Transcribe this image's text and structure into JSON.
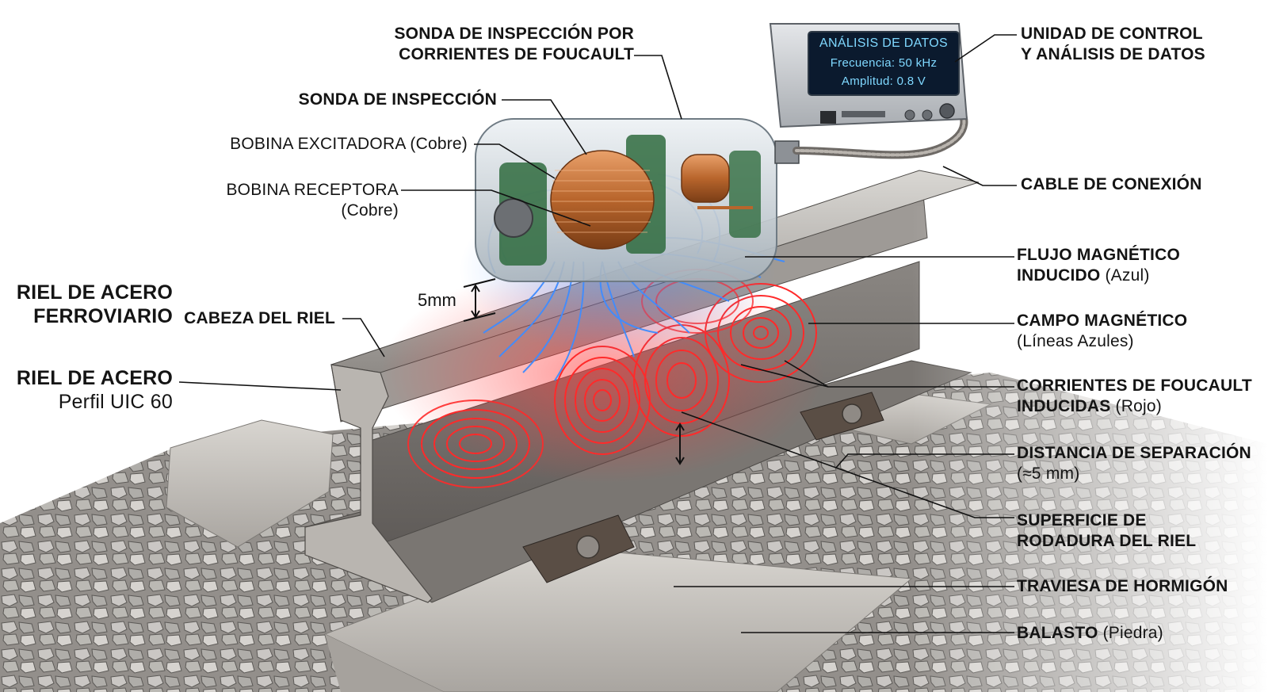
{
  "device": {
    "screen_title": "ANÁLISIS DE DATOS",
    "frequency": "Frecuencia: 50 kHz",
    "amplitude": "Amplitud: 0.8 V"
  },
  "gap_mark": "5mm",
  "labels": {
    "probe_eddy": [
      "SONDA DE INSPECCIÓN POR",
      "CORRIENTES DE FOUCAULT"
    ],
    "probe": "SONDA DE INSPECCIÓN",
    "exciter_coil": "BOBINA EXCITADORA (Cobre)",
    "receiver_coil": [
      "BOBINA RECEPTORA",
      "(Cobre)"
    ],
    "steel_rail_title": [
      "RIEL DE ACERO",
      "FERROVIARIO"
    ],
    "rail_head": "CABEZA DEL RIEL",
    "steel_rail": "RIEL DE ACERO",
    "rail_profile": "Perfil UIC 60",
    "control_unit": [
      "UNIDAD DE CONTROL",
      "Y ANÁLISIS DE DATOS"
    ],
    "cable": "CABLE DE CONEXIÓN",
    "flux_bold": [
      "FLUJO MAGNÉTICO",
      "INDUCIDO"
    ],
    "flux_note": "(Azul)",
    "field_bold": "CAMPO MAGNÉTICO",
    "field_note": "(Líneas Azules)",
    "eddy_bold": [
      "CORRIENTES DE FOUCAULT",
      "INDUCIDAS"
    ],
    "eddy_note": "(Rojo)",
    "distance_bold": "DISTANCIA DE SEPARACIÓN",
    "distance_note": "(≈5 mm)",
    "surface": [
      "SUPERFICIE DE",
      "RODADURA DEL RIEL"
    ],
    "sleeper": "TRAVIESA DE HORMIGÓN",
    "ballast_bold": "BALASTO",
    "ballast_note": "(Piedra)"
  },
  "colors": {
    "eddy_current": "#ff2a2a",
    "magnetic_flux": "#3f8cff",
    "copper": "#c8743a",
    "steel": "#9a9794",
    "concrete": "#c9c6c1",
    "screen_bg": "#0b1a2e"
  }
}
